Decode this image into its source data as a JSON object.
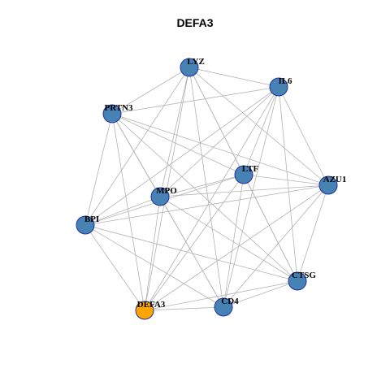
{
  "title": "DEFA3",
  "colors": {
    "node_default": "#4682b4",
    "node_highlight": "#ffa500",
    "node_border": "#1f2f9f",
    "edge": "#b3b3b3"
  },
  "nodes": [
    {
      "id": "LYZ",
      "label": "LYZ",
      "highlight": false
    },
    {
      "id": "IL6",
      "label": "IL6",
      "highlight": false
    },
    {
      "id": "PRTN3",
      "label": "PRTN3",
      "highlight": false
    },
    {
      "id": "LTF",
      "label": "LTF",
      "highlight": false
    },
    {
      "id": "AZU1",
      "label": "AZU1",
      "highlight": false
    },
    {
      "id": "MPO",
      "label": "MPO",
      "highlight": false
    },
    {
      "id": "BPI",
      "label": "BPI",
      "highlight": false
    },
    {
      "id": "CTSG",
      "label": "CTSG",
      "highlight": false
    },
    {
      "id": "CD4",
      "label": "CD4",
      "highlight": false
    },
    {
      "id": "DEFA3",
      "label": "DEFA3",
      "highlight": true
    }
  ],
  "edges": [
    [
      "LYZ",
      "IL6"
    ],
    [
      "LYZ",
      "PRTN3"
    ],
    [
      "LYZ",
      "LTF"
    ],
    [
      "LYZ",
      "AZU1"
    ],
    [
      "LYZ",
      "MPO"
    ],
    [
      "LYZ",
      "BPI"
    ],
    [
      "LYZ",
      "CTSG"
    ],
    [
      "LYZ",
      "CD4"
    ],
    [
      "LYZ",
      "DEFA3"
    ],
    [
      "IL6",
      "PRTN3"
    ],
    [
      "IL6",
      "LTF"
    ],
    [
      "IL6",
      "AZU1"
    ],
    [
      "IL6",
      "MPO"
    ],
    [
      "IL6",
      "BPI"
    ],
    [
      "IL6",
      "CTSG"
    ],
    [
      "IL6",
      "CD4"
    ],
    [
      "IL6",
      "DEFA3"
    ],
    [
      "PRTN3",
      "LTF"
    ],
    [
      "PRTN3",
      "AZU1"
    ],
    [
      "PRTN3",
      "MPO"
    ],
    [
      "PRTN3",
      "BPI"
    ],
    [
      "PRTN3",
      "CTSG"
    ],
    [
      "PRTN3",
      "CD4"
    ],
    [
      "PRTN3",
      "DEFA3"
    ],
    [
      "LTF",
      "AZU1"
    ],
    [
      "LTF",
      "MPO"
    ],
    [
      "LTF",
      "BPI"
    ],
    [
      "LTF",
      "CTSG"
    ],
    [
      "LTF",
      "CD4"
    ],
    [
      "LTF",
      "DEFA3"
    ],
    [
      "AZU1",
      "MPO"
    ],
    [
      "AZU1",
      "BPI"
    ],
    [
      "AZU1",
      "CTSG"
    ],
    [
      "AZU1",
      "CD4"
    ],
    [
      "AZU1",
      "DEFA3"
    ],
    [
      "MPO",
      "BPI"
    ],
    [
      "MPO",
      "CTSG"
    ],
    [
      "MPO",
      "CD4"
    ],
    [
      "MPO",
      "DEFA3"
    ],
    [
      "BPI",
      "CTSG"
    ],
    [
      "BPI",
      "CD4"
    ],
    [
      "BPI",
      "DEFA3"
    ],
    [
      "CTSG",
      "CD4"
    ],
    [
      "CTSG",
      "DEFA3"
    ],
    [
      "CD4",
      "DEFA3"
    ]
  ]
}
